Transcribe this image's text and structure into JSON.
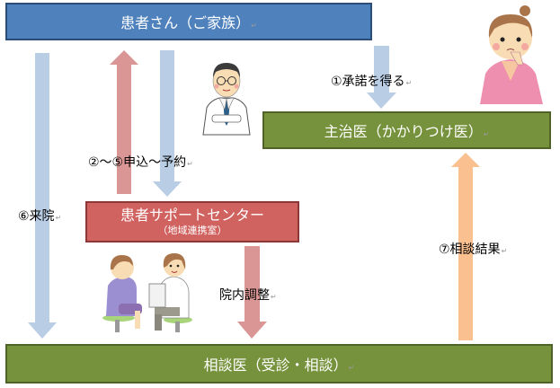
{
  "diagram": {
    "nodes": {
      "patient": {
        "label": "患者さん（ご家族）"
      },
      "gp": {
        "label": "主治医（かかりつけ医）"
      },
      "support_center": {
        "label": "患者サポートセンター",
        "sublabel": "（地域連携室）"
      },
      "consult_doctor": {
        "label": "相談医（受診・相談）"
      }
    },
    "edges": {
      "step1": {
        "label": "①承諾を得る",
        "from": "patient",
        "to": "gp"
      },
      "step2_5": {
        "label": "②～⑤申込～予約",
        "between": [
          "patient",
          "support_center"
        ]
      },
      "step6": {
        "label": "⑥来院",
        "from": "patient",
        "to": "consult_doctor"
      },
      "internal": {
        "label": "院内調整",
        "from": "support_center",
        "to": "consult_doctor"
      },
      "step7": {
        "label": "⑦相談結果",
        "from": "consult_doctor",
        "to": "gp"
      }
    },
    "illustrations": [
      "doctor-illustration",
      "worried-woman-illustration",
      "consultation-illustration"
    ],
    "colors": {
      "blue_box": "#4f81bd",
      "green_box": "#76923c",
      "red_box": "#d06260",
      "blue_arrow": "#b9cde5",
      "red_arrow": "#d99694",
      "orange_arrow": "#fac090"
    }
  }
}
